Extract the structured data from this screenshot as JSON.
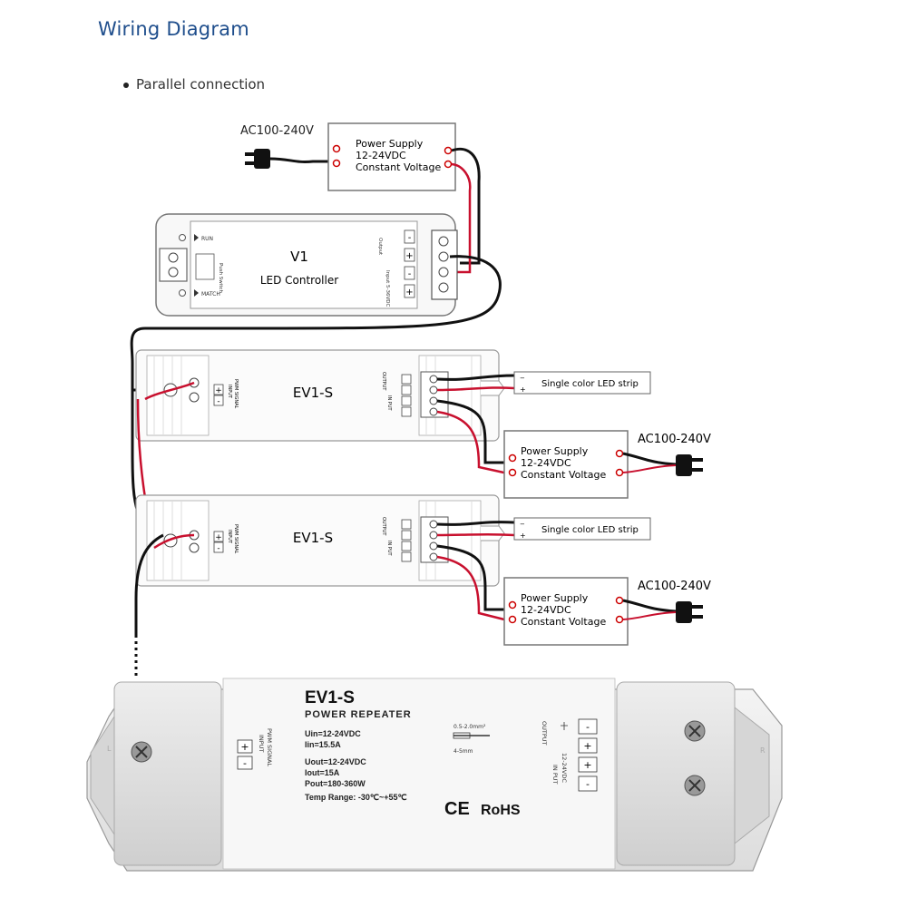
{
  "header": {
    "title": "Wiring Diagram",
    "subtitle": "Parallel connection"
  },
  "diagram": {
    "ac_label": "AC100-240V",
    "power_supply": {
      "line1": "Power Supply",
      "line2": "12-24VDC",
      "line3": "Constant Voltage"
    },
    "controller": {
      "model": "V1",
      "name": "LED Controller",
      "run_label": "RUN",
      "match_label": "MATCH",
      "push_switch_label": "Push Switch",
      "output_label": "Output",
      "input_label": "Input 5-36VDC"
    },
    "repeater": {
      "model": "EV1-S",
      "input_label": "INPUT",
      "pwm_label": "PWM SIGNAL",
      "output_label": "OUTPUT",
      "in_put_label": "IN PUT",
      "voltage_label": "12-24VDC"
    },
    "strip_label": "Single color LED strip",
    "plus": "+",
    "minus": "-"
  },
  "device_photo": {
    "model": "EV1-S",
    "subtitle": "POWER REPEATER",
    "uin": "Uin=12-24VDC",
    "iin": "Iin=15.5A",
    "uout": "Uout=12-24VDC",
    "iout": "Iout=15A",
    "pout": "Pout=180-360W",
    "temp": "Temp Range: -30℃~+55℃",
    "wire_size": "0.5-2.0mm²",
    "strip_length": "4-5mm",
    "ce": "CE",
    "rohs": "RoHS",
    "input_label": "INPUT",
    "pwm_label": "PWM SIGNAL",
    "output_label": "OUTPUT",
    "in_put_label": "IN PUT",
    "voltage_label": "12-24VDC",
    "l_mark": "L",
    "r_mark": "R",
    "plus": "+",
    "minus": "-"
  }
}
